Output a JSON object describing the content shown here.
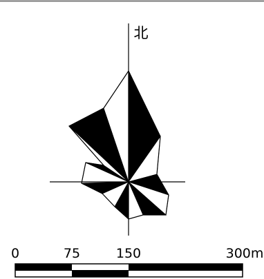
{
  "compass": {
    "north_label": "北",
    "colors": {
      "fill": "#000000",
      "background": "#ffffff",
      "line": "#000000"
    }
  },
  "scale_bar": {
    "unit": "m",
    "ticks": [
      "0",
      "75",
      "150",
      "300m"
    ]
  },
  "frame": {
    "top_line_color": "#777777"
  }
}
